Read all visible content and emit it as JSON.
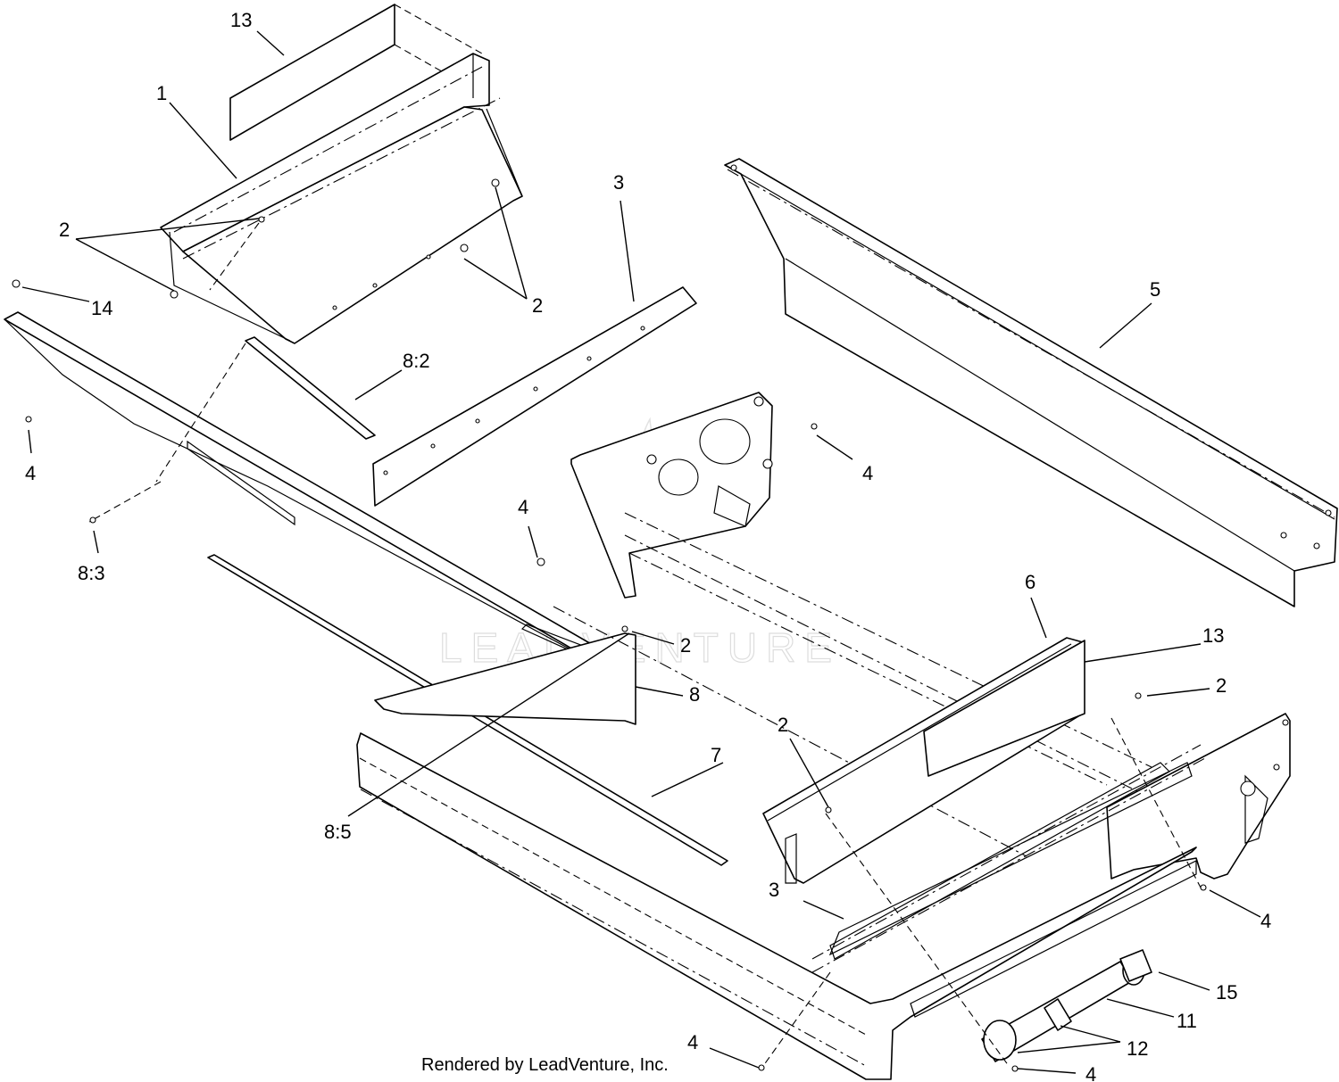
{
  "credit": "Rendered by LeadVenture, Inc.",
  "watermark": "LEADVENTURE",
  "callouts": [
    {
      "label": "13"
    },
    {
      "label": "1"
    },
    {
      "label": "2"
    },
    {
      "label": "2"
    },
    {
      "label": "14"
    },
    {
      "label": "3"
    },
    {
      "label": "5"
    },
    {
      "label": "8:2"
    },
    {
      "label": "4"
    },
    {
      "label": "4"
    },
    {
      "label": "4"
    },
    {
      "label": "8:3"
    },
    {
      "label": "6"
    },
    {
      "label": "2"
    },
    {
      "label": "13"
    },
    {
      "label": "2"
    },
    {
      "label": "8"
    },
    {
      "label": "7"
    },
    {
      "label": "2"
    },
    {
      "label": "8:5"
    },
    {
      "label": "3"
    },
    {
      "label": "4"
    },
    {
      "label": "15"
    },
    {
      "label": "11"
    },
    {
      "label": "12"
    },
    {
      "label": "4"
    },
    {
      "label": "4"
    }
  ]
}
